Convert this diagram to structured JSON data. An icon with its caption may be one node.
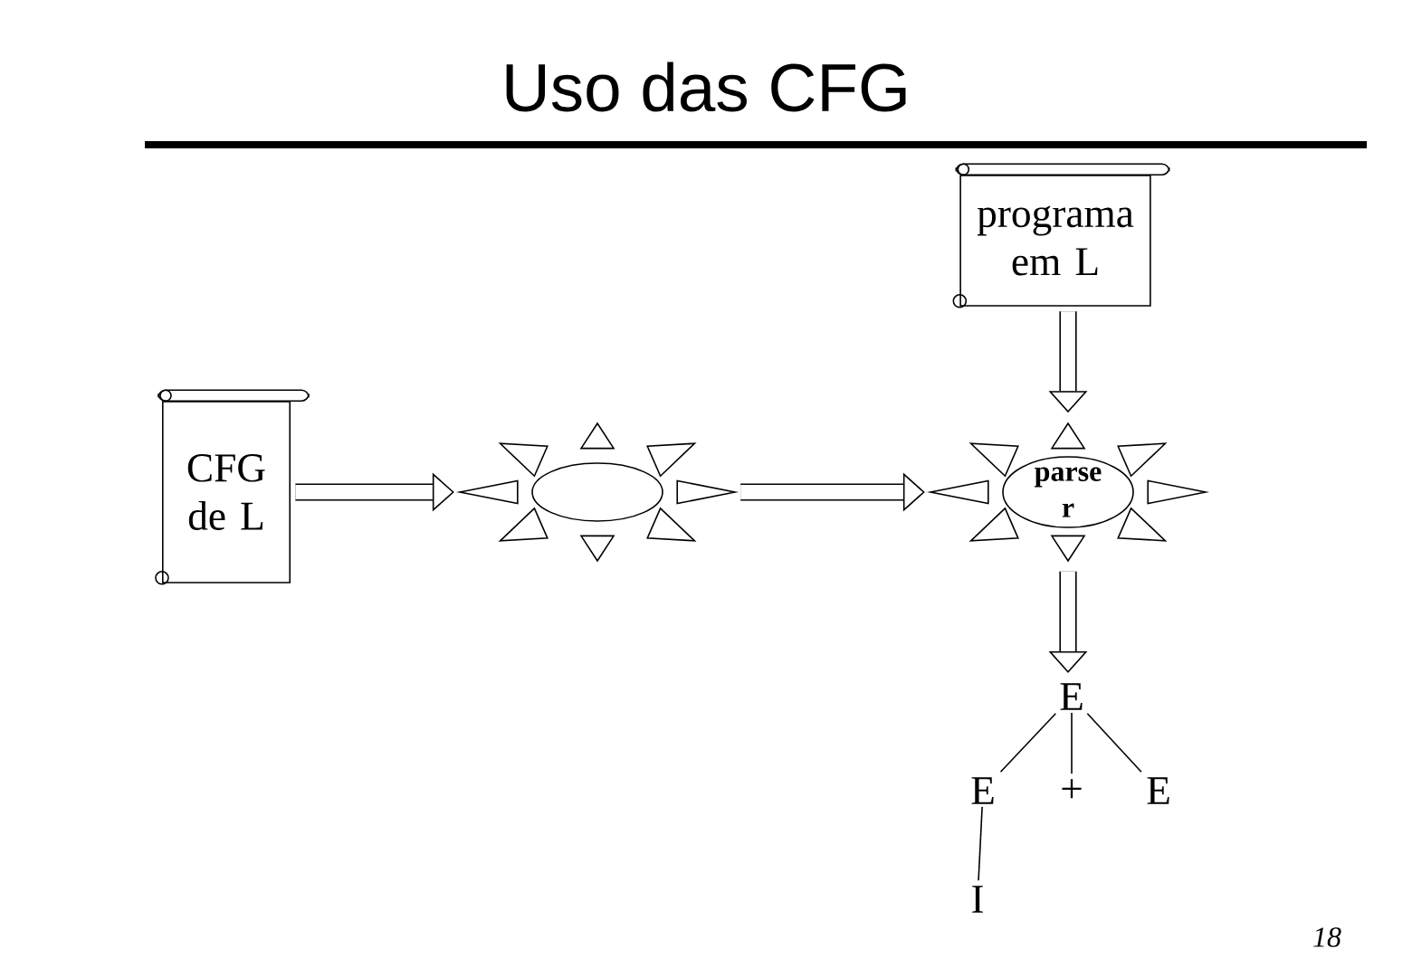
{
  "diagram": {
    "title": "Uso das CFG",
    "nodes": [
      {
        "text": [
          "CFG de L"
        ]
      },
      {
        "text": [],
        "shape": "ellipse"
      },
      {
        "text": [
          "programa em L"
        ]
      },
      {
        "text": [
          "parse r"
        ]
      },
      {
        "text": [
          "E"
        ]
      },
      {
        "text": [
          "E"
        ]
      },
      {
        "text": [
          "+"
        ]
      },
      {
        "text": [
          "E"
        ]
      },
      {
        "text": [
          "I"
        ]
      }
    ],
    "edges": [
      {
        "from": 0,
        "to": 1,
        "arrow": "to",
        "style": "thick"
      },
      {
        "from": 1,
        "to": 3,
        "arrow": "to",
        "style": "thick"
      },
      {
        "from": 2,
        "to": 3,
        "arrow": "to",
        "style": "thick"
      },
      {
        "from": 3,
        "to": 4,
        "arrow": "to",
        "style": "thick"
      },
      {
        "from": 4,
        "to": 5,
        "arrow": "none"
      },
      {
        "from": 4,
        "to": 6,
        "arrow": "none"
      },
      {
        "from": 4,
        "to": 7,
        "arrow": "none"
      },
      {
        "from": 5,
        "to": 8,
        "arrow": "none"
      }
    ],
    "labels": [
      "18"
    ]
  }
}
